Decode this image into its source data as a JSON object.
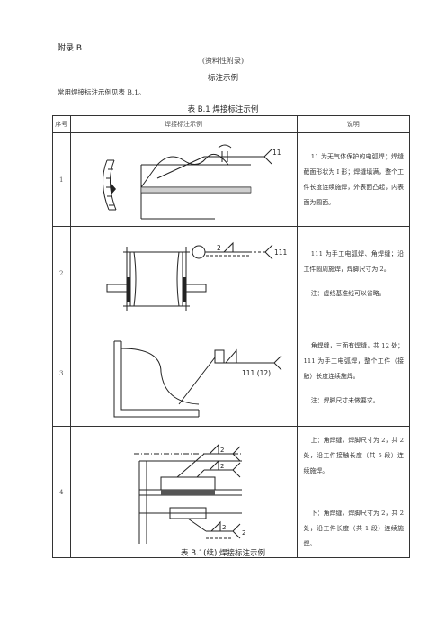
{
  "header": {
    "appendix": "附录 B",
    "informative": "(资料性附录)",
    "annex_title": "标注示例",
    "intro": "常用焊接标注示例见表 B.1。"
  },
  "table": {
    "title": "表 B.1   焊接标注示例",
    "continued_title": "表 B.1(续)   焊接标注示例",
    "columns": [
      "序号",
      "焊接标注示例",
      "说明"
    ],
    "rows": [
      {
        "no": "1",
        "figure_labels": [
          "11"
        ],
        "description": [
          "11 为无气体保护的电弧焊；焊缝截面形状为 I 形；焊缝填满，整个工件长度连续施焊，外表面凸起，内表面为圆面。"
        ]
      },
      {
        "no": "2",
        "figure_labels": [
          "2",
          "111"
        ],
        "description": [
          "111 为手工电弧焊、角焊缝；沿工件圆周施焊，焊脚尺寸为 2。",
          "注：虚线基准线可以省略。"
        ]
      },
      {
        "no": "3",
        "figure_labels": [
          "111 (12)"
        ],
        "description": [
          "角焊缝，三面有焊缝，共 12 处；111 为手工电弧焊，整个工件（接触）长度连续施焊。",
          "注：焊脚尺寸未做要求。"
        ]
      },
      {
        "no": "4",
        "figure_labels": [
          "2",
          "2",
          "2",
          "2"
        ],
        "description": [
          "上：角焊缝，焊脚尺寸为 2，共 2 处，沿工件接触长度（共 5 段）连续施焊。",
          "下：角焊缝，焊脚尺寸为 2，共 2 处，沿工件长度（共 1 段）连续施焊。"
        ]
      }
    ]
  }
}
